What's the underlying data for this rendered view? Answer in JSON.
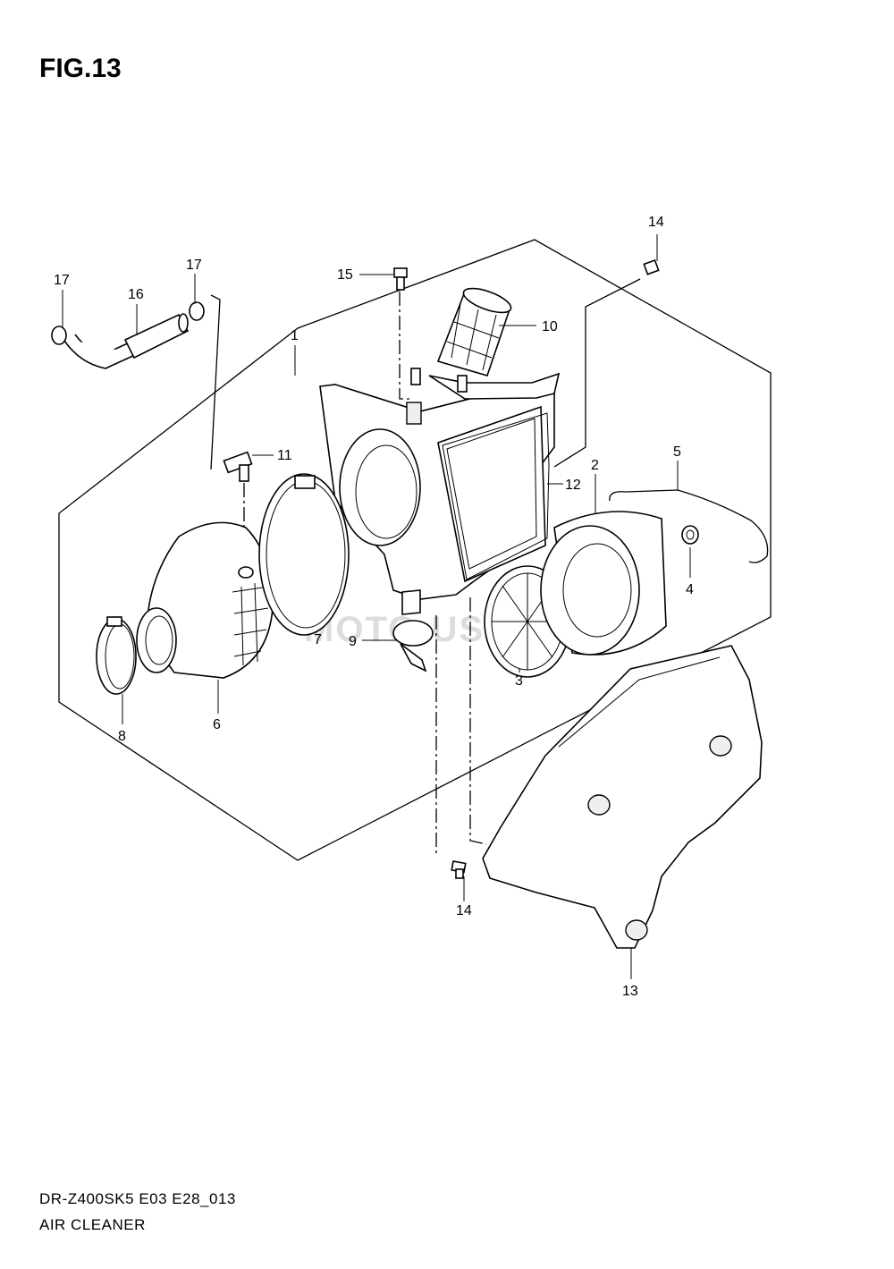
{
  "figure": {
    "title": "FIG.13",
    "model_code": "DR-Z400SK5 E03 E28_013",
    "name": "AIR CLEANER",
    "watermark": "MOTO-USA.RU"
  },
  "callouts": {
    "c1": "1",
    "c2": "2",
    "c3": "3",
    "c4": "4",
    "c5": "5",
    "c6": "6",
    "c7": "7",
    "c8": "8",
    "c9": "9",
    "c10": "10",
    "c11": "11",
    "c12": "12",
    "c13": "13",
    "c14a": "14",
    "c14b": "14",
    "c15": "15",
    "c16": "16",
    "c17a": "17",
    "c17b": "17"
  }
}
